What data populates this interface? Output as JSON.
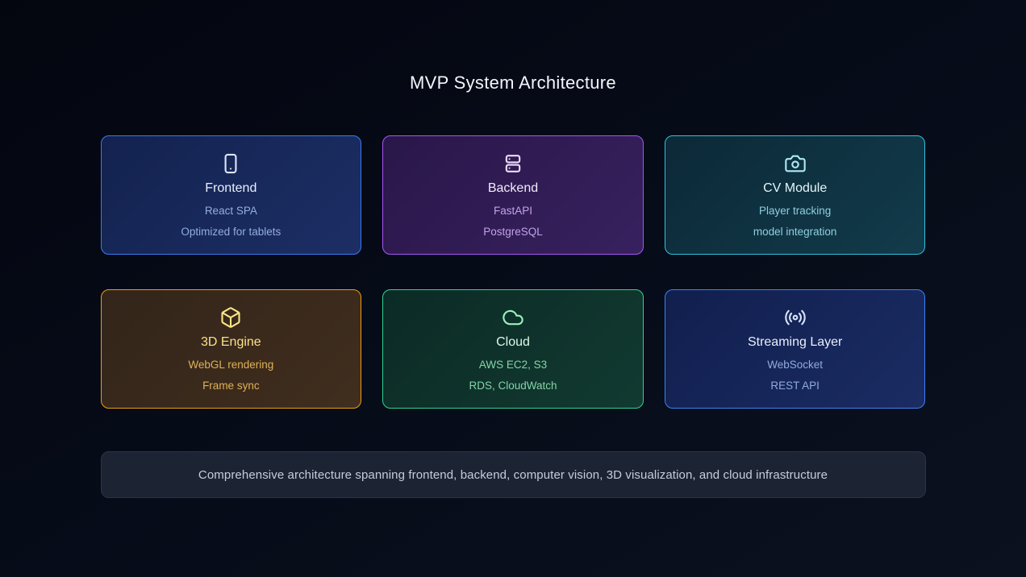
{
  "page": {
    "title": "MVP System Architecture",
    "footer": "Comprehensive architecture spanning frontend, backend, computer vision, 3D visualization, and cloud infrastructure",
    "background": "#060b18"
  },
  "cards": [
    {
      "id": "frontend",
      "icon": "tablet-icon",
      "title": "Frontend",
      "lines": [
        "React SPA",
        "Optimized for tablets"
      ],
      "colors": {
        "border": "#3b7bf0",
        "bg_start": "#13224f",
        "bg_end": "#1c2e65",
        "icon": "#dce7fb",
        "title": "#e9effc",
        "detail": "#94aedd"
      }
    },
    {
      "id": "backend",
      "icon": "server-icon",
      "title": "Backend",
      "lines": [
        "FastAPI",
        "PostgreSQL"
      ],
      "colors": {
        "border": "#a855f7",
        "bg_start": "#2a1749",
        "bg_end": "#37215f",
        "icon": "#ecdefc",
        "title": "#f3ebfc",
        "detail": "#c2a2e9"
      }
    },
    {
      "id": "cv-module",
      "icon": "camera-icon",
      "title": "CV Module",
      "lines": [
        "Player tracking",
        "model integration"
      ],
      "colors": {
        "border": "#2fc4de",
        "bg_start": "#0c2937",
        "bg_end": "#123b4b",
        "icon": "#aeeaf4",
        "title": "#e4f6fa",
        "detail": "#8ecfdd"
      }
    },
    {
      "id": "3d-engine",
      "icon": "cube-icon",
      "title": "3D Engine",
      "lines": [
        "WebGL rendering",
        "Frame sync"
      ],
      "colors": {
        "border": "#ef9e0d",
        "bg_start": "#33251a",
        "bg_end": "#402e1e",
        "icon": "#fce588",
        "title": "#fae189",
        "detail": "#dfb257"
      }
    },
    {
      "id": "cloud",
      "icon": "cloud-icon",
      "title": "Cloud",
      "lines": [
        "AWS EC2, S3",
        "RDS, CloudWatch"
      ],
      "colors": {
        "border": "#2ed492",
        "bg_start": "#0b2b25",
        "bg_end": "#123a31",
        "icon": "#9df0bf",
        "title": "#dcf8e8",
        "detail": "#84d4a7"
      }
    },
    {
      "id": "streaming-layer",
      "icon": "broadcast-icon",
      "title": "Streaming Layer",
      "lines": [
        "WebSocket",
        "REST API"
      ],
      "colors": {
        "border": "#3b82f6",
        "bg_start": "#111f4e",
        "bg_end": "#1a2c63",
        "icon": "#d7e3fa",
        "title": "#e9effc",
        "detail": "#92abdc"
      }
    }
  ]
}
